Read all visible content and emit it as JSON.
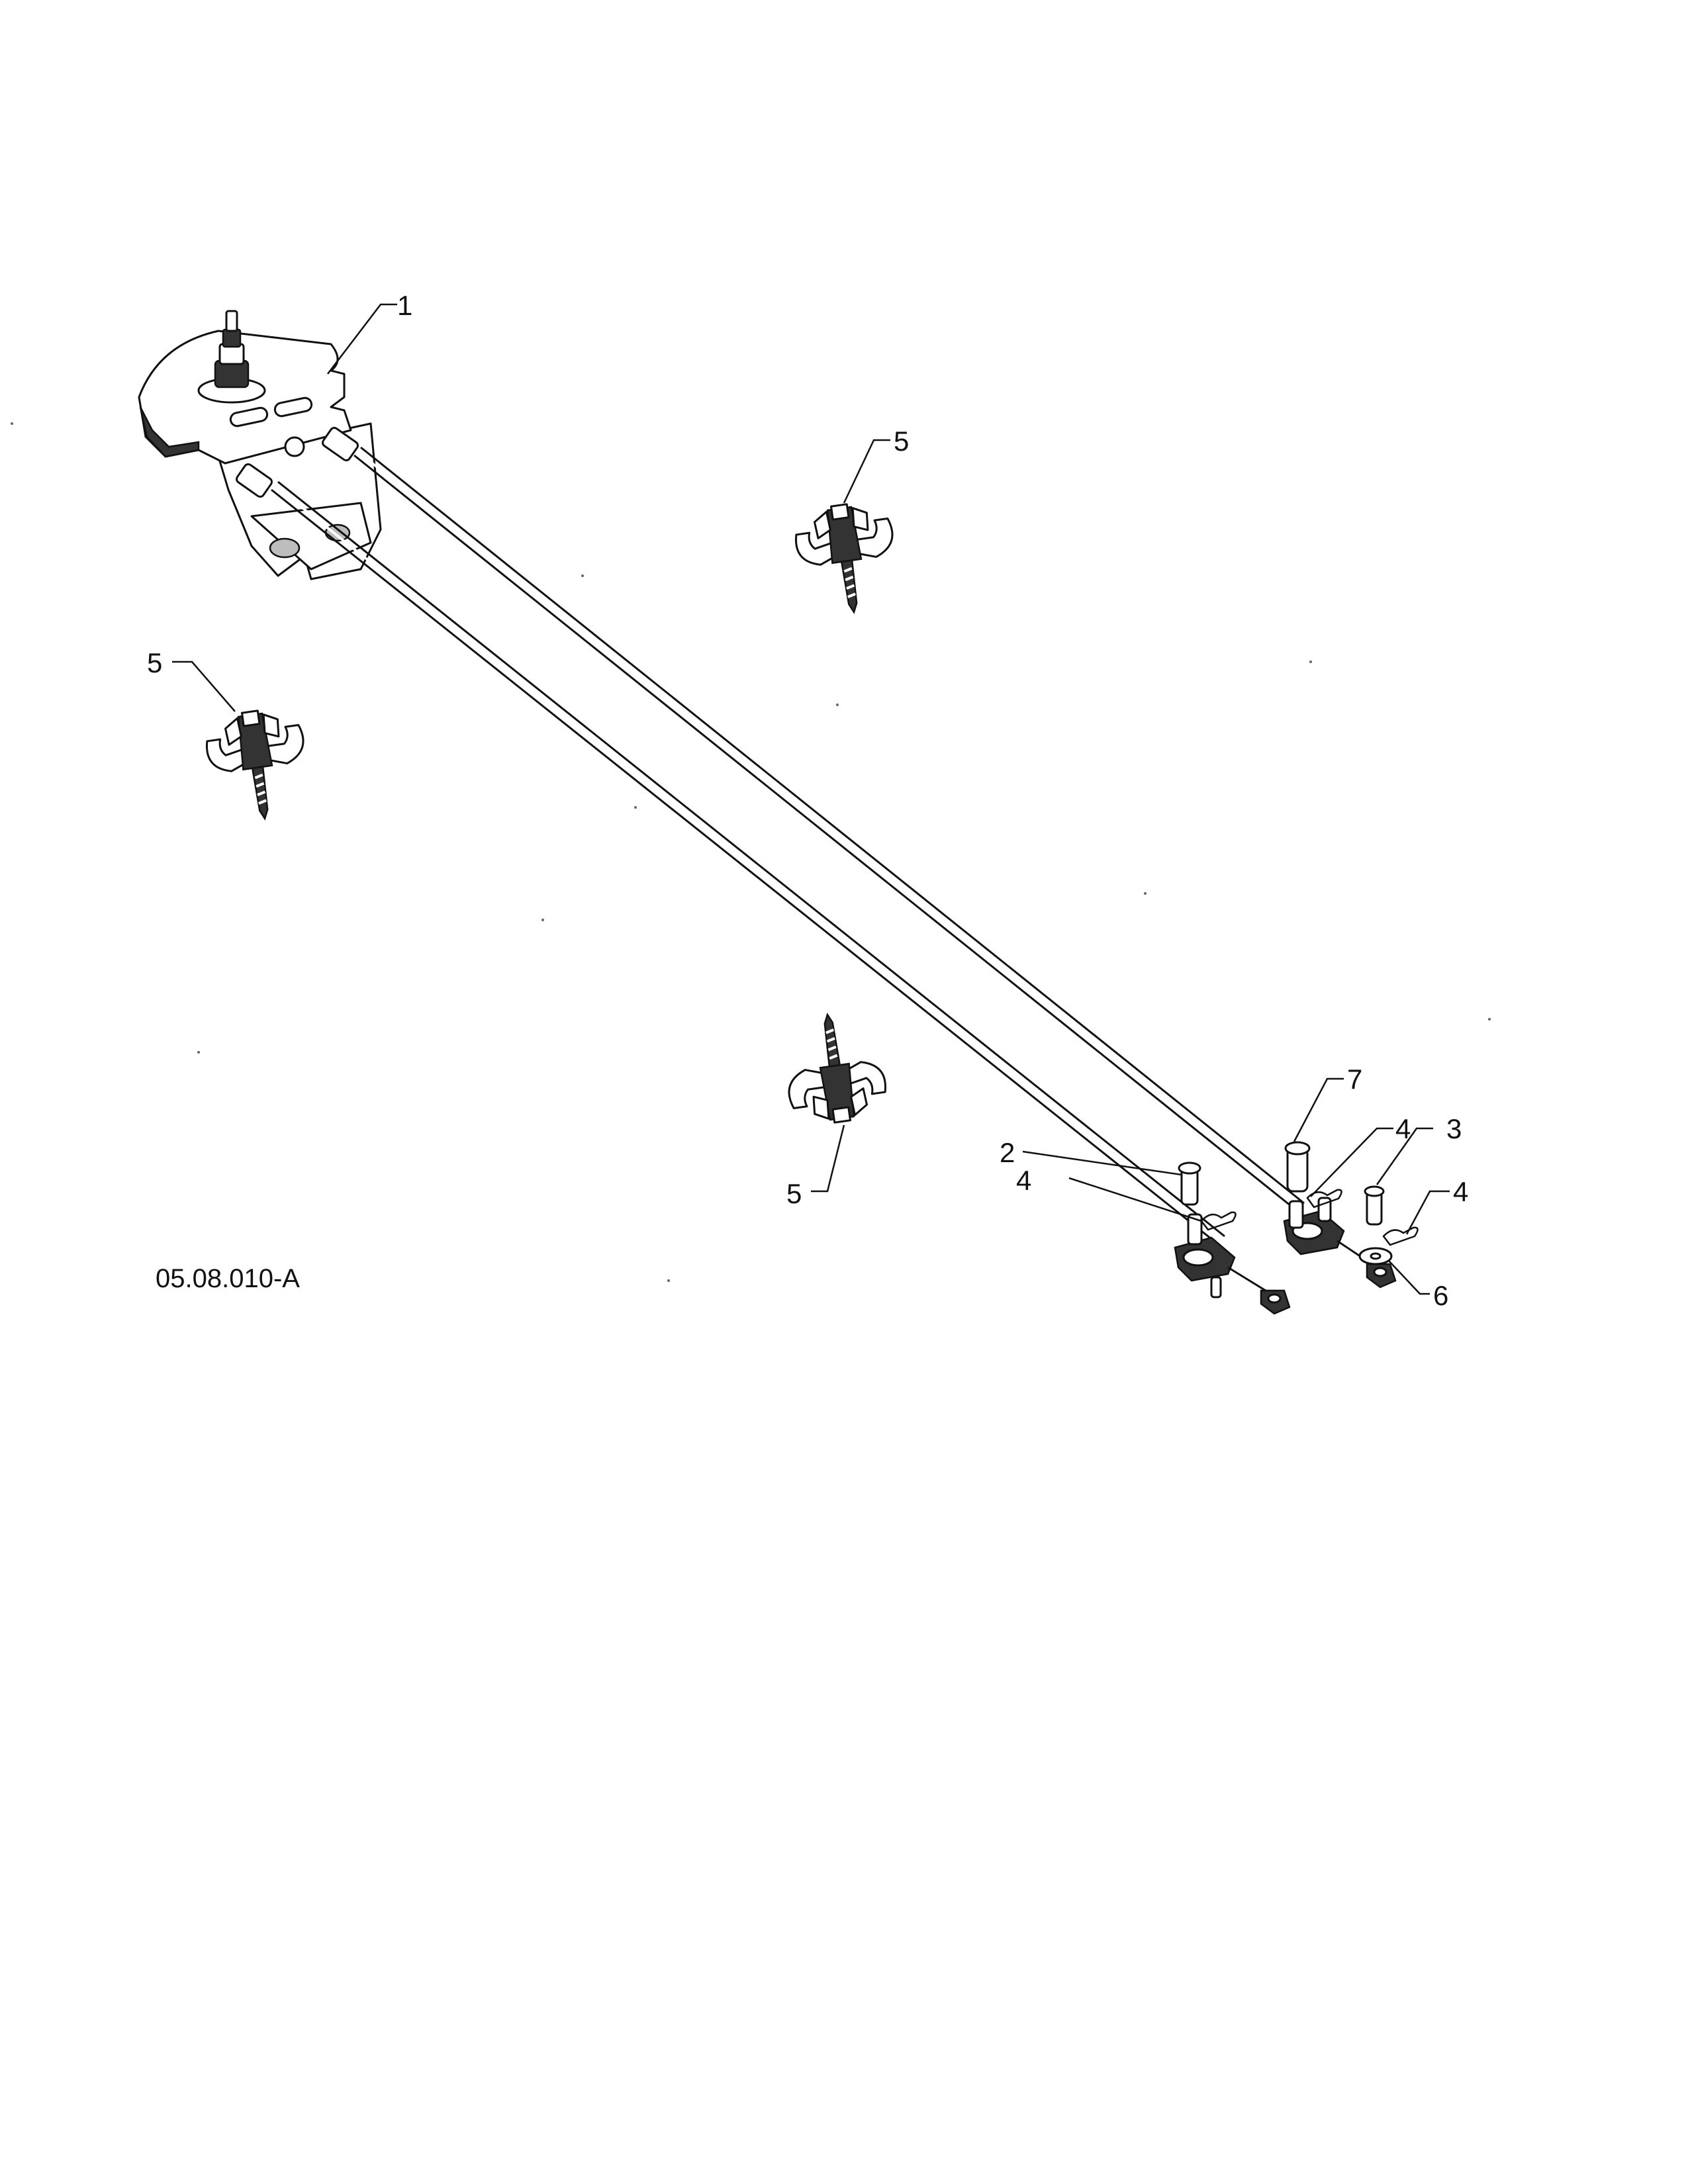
{
  "reference_code": "05.08.010-A",
  "callouts": {
    "c1": "1",
    "c5a": "5",
    "c5b": "5",
    "c5c": "5",
    "c7": "7",
    "c4a": "4",
    "c3": "3",
    "c2": "2",
    "c4b": "4",
    "c4c": "4",
    "c6": "6"
  },
  "icons": {
    "bracket": "deflector-bracket-assembly-icon",
    "clip": "cable-clip-icon",
    "pin": "clevis-pin-icon",
    "hairpin": "hairpin-cotter-icon",
    "washer": "washer-icon",
    "end": "cable-end-fitting-icon"
  },
  "colors": {
    "ink": "#111111",
    "background": "#ffffff"
  }
}
